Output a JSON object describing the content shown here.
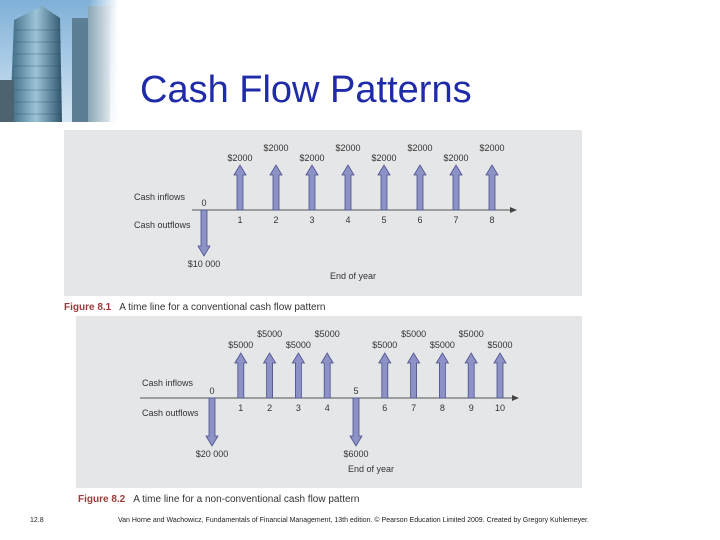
{
  "slide": {
    "title": "Cash Flow Patterns",
    "page_number": "12.8",
    "credit": "Van Horne and Wachowicz, Fundamentals of Financial Management, 13th edition. © Pearson Education Limited 2009. Created by Gregory Kuhlemeyer."
  },
  "colors": {
    "title": "#1f2ba8",
    "arrow_fill": "#8d92c6",
    "arrow_stroke": "#4a4f8a",
    "panel_bg": "#e5e6e8",
    "caption_number": "#9a3b3b"
  },
  "figure1": {
    "caption_number": "Figure 8.1",
    "caption_text": "A time line for a conventional cash flow pattern",
    "inflows_label": "Cash inflows",
    "outflows_label": "Cash outflows",
    "axis_title": "End of year",
    "periods": [
      "0",
      "1",
      "2",
      "3",
      "4",
      "5",
      "6",
      "7",
      "8"
    ],
    "outflow": {
      "period": 0,
      "label": "$10 000"
    },
    "inflows": [
      {
        "period": 1,
        "label": "$2000"
      },
      {
        "period": 2,
        "label": "$2000"
      },
      {
        "period": 3,
        "label": "$2000"
      },
      {
        "period": 4,
        "label": "$2000"
      },
      {
        "period": 5,
        "label": "$2000"
      },
      {
        "period": 6,
        "label": "$2000"
      },
      {
        "period": 7,
        "label": "$2000"
      },
      {
        "period": 8,
        "label": "$2000"
      }
    ]
  },
  "figure2": {
    "caption_number": "Figure 8.2",
    "caption_text": "A time line for a non-conventional cash flow pattern",
    "inflows_label": "Cash inflows",
    "outflows_label": "Cash outflows",
    "axis_title": "End of year",
    "periods": [
      "0",
      "1",
      "2",
      "3",
      "4",
      "5",
      "6",
      "7",
      "8",
      "9",
      "10"
    ],
    "outflows": [
      {
        "period": 0,
        "label": "$20 000"
      },
      {
        "period": 5,
        "label": "$6000"
      }
    ],
    "inflows": [
      {
        "period": 1,
        "label": "$5000"
      },
      {
        "period": 2,
        "label": "$5000"
      },
      {
        "period": 3,
        "label": "$5000"
      },
      {
        "period": 4,
        "label": "$5000"
      },
      {
        "period": 6,
        "label": "$5000"
      },
      {
        "period": 7,
        "label": "$5000"
      },
      {
        "period": 8,
        "label": "$5000"
      },
      {
        "period": 9,
        "label": "$5000"
      },
      {
        "period": 10,
        "label": "$5000"
      }
    ]
  }
}
